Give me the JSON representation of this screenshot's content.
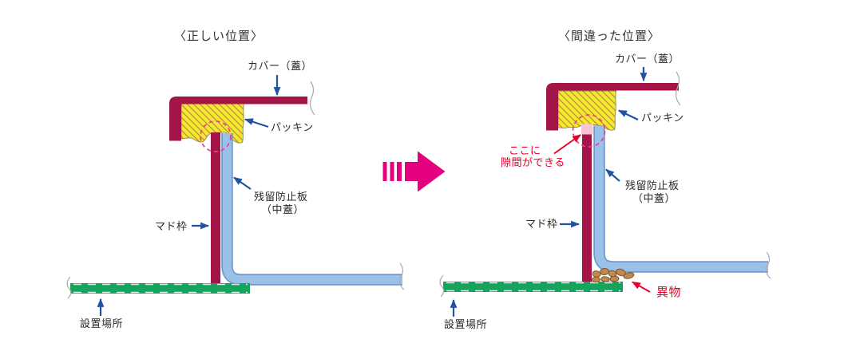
{
  "left": {
    "title": "〈正しい位置〉",
    "labels": {
      "cover": "カバー（蓋）",
      "packing": "パッキン",
      "plate_line1": "残留防止板",
      "plate_line2": "（中蓋）",
      "frame": "マド枠",
      "place": "設置場所"
    }
  },
  "right": {
    "title": "〈間違った位置〉",
    "labels": {
      "cover": "カバー（蓋）",
      "packing": "パッキン",
      "plate_line1": "残留防止板",
      "plate_line2": "（中蓋）",
      "frame": "マド枠",
      "place": "設置場所"
    },
    "annotations": {
      "gap_line1": "ここに",
      "gap_line2": "隙間ができる",
      "debris": "異物"
    }
  },
  "icons": {
    "transition_arrow": "fast-forward-arrow",
    "gap_highlight": "dashed-circle",
    "debris": "pebbles"
  },
  "colors": {
    "cover_frame_red": "#A31549",
    "packing_yellow": "#F7E733",
    "packing_hatch": "#A59023",
    "plate_blue": "#9CC1E8",
    "plate_border_blue": "#6B9BD2",
    "surface_green": "#14A45C",
    "label_arrow_blue": "#2152A3",
    "alert_red": "#E60027",
    "transition_magenta": "#E4007F",
    "gap_pink": "#F6C6D5",
    "highlight_circle_pink": "#F23C8C",
    "debris_brown": "#BE8A4D"
  }
}
